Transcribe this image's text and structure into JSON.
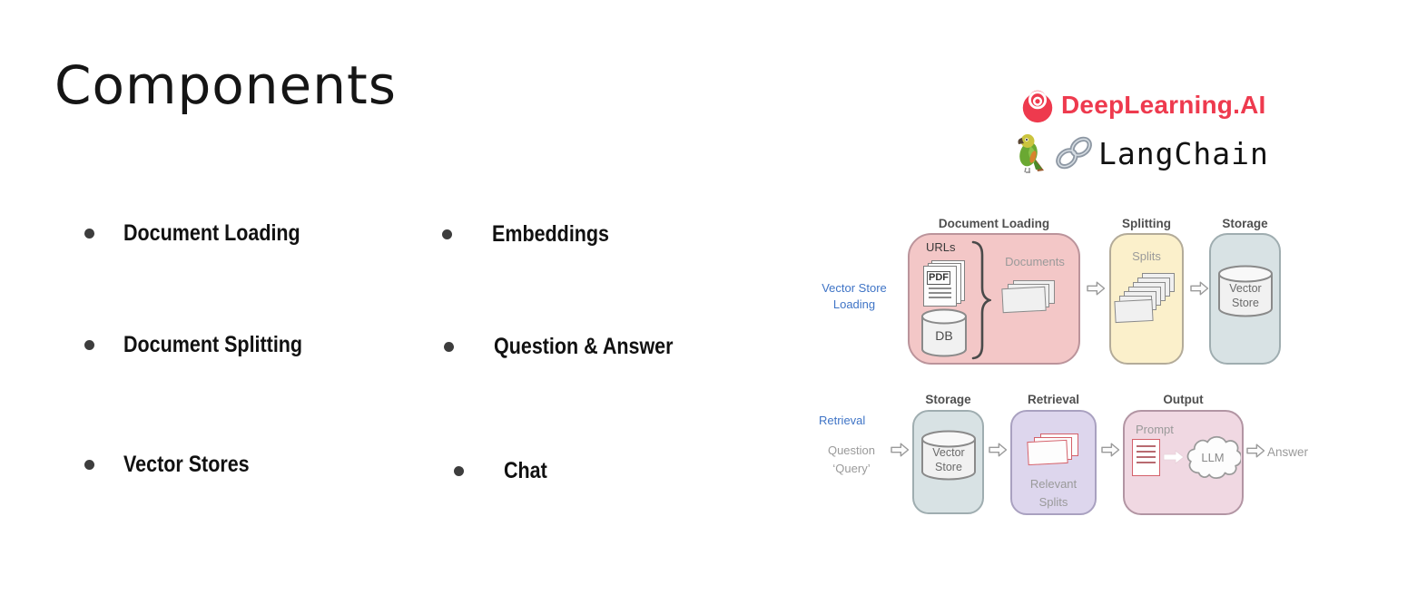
{
  "slide": {
    "title": "Components"
  },
  "header": {
    "deeplearning_logo_text": "DeepLearning.AI",
    "langchain_logo_text": "LangChain"
  },
  "icons": {
    "deeplearning": "concentric-circles-icon",
    "langchain_parrot": "parrot-icon",
    "langchain_chain": "chain-link-icon",
    "flow_arrow": "block-arrow-right-icon"
  },
  "bullets": {
    "col1": [
      "Document Loading",
      "Document Splitting",
      "Vector Stores"
    ],
    "col2": [
      "Embeddings",
      "Question & Answer",
      "Chat"
    ]
  },
  "diagram": {
    "loading_flow": {
      "label_line1": "Vector Store",
      "label_line2": "Loading"
    },
    "retrieval_flow": {
      "label": "Retrieval",
      "question_line1": "Question",
      "question_line2": "‘Query’",
      "answer_label": "Answer"
    },
    "doc_loading": {
      "title": "Document Loading",
      "urls_label": "URLs",
      "pdf_label": "PDF",
      "db_label": "DB",
      "documents_label": "Documents"
    },
    "splitting": {
      "title": "Splitting",
      "splits_label": "Splits"
    },
    "storage_top": {
      "title": "Storage",
      "cyl_line1": "Vector",
      "cyl_line2": "Store"
    },
    "storage_bottom": {
      "title": "Storage",
      "cyl_line1": "Vector",
      "cyl_line2": "Store"
    },
    "retrieval_block": {
      "title": "Retrieval",
      "caption_line1": "Relevant",
      "caption_line2": "Splits"
    },
    "output_block": {
      "title": "Output",
      "prompt_label": "Prompt",
      "llm_label": "LLM"
    }
  },
  "colors": {
    "accent_red": "#ee3a4e",
    "label_blue": "#3f74c6",
    "block_pink": "#f3c7c7",
    "block_yellow": "#fbf0cb",
    "block_bluegray": "#d8e2e4",
    "block_purple": "#ddd6ed",
    "block_rose": "#f0d8e2",
    "diagram_title_gray": "#4f4f4f",
    "diagram_text_gray": "#9a9a9a",
    "red_card_border": "#d4606a"
  }
}
